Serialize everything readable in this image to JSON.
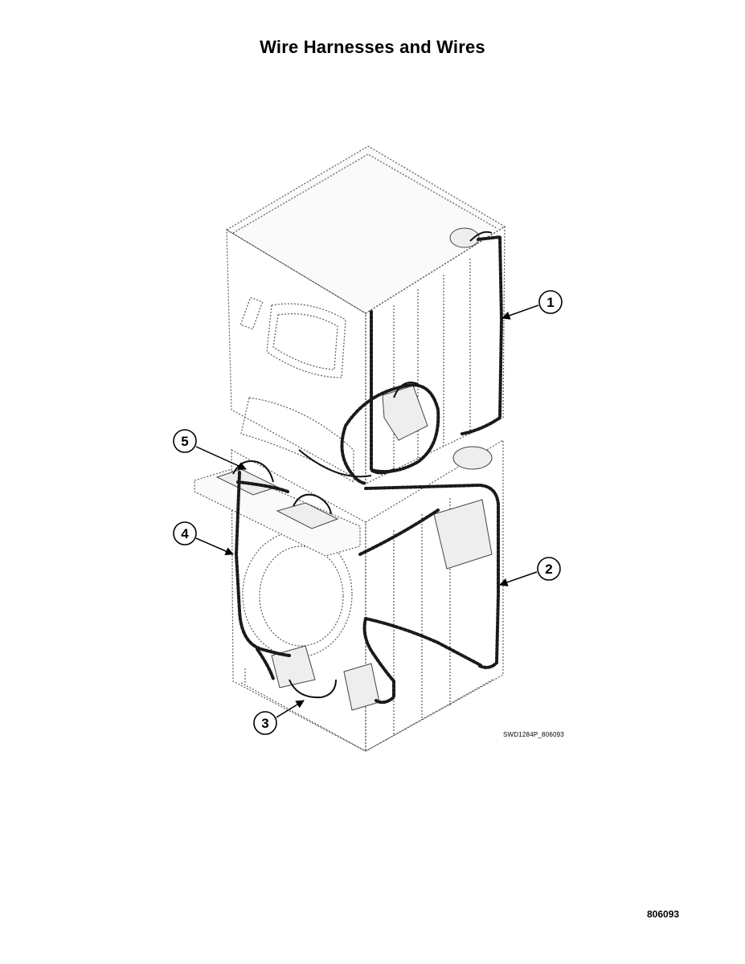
{
  "page": {
    "title": "Wire Harnesses and Wires",
    "reference_code": "SWD1284P_806093",
    "document_number": "806093"
  },
  "diagram": {
    "subject": "stacked washer-dryer unit with wire harness routing",
    "callouts": [
      {
        "number": "1"
      },
      {
        "number": "2"
      },
      {
        "number": "3"
      },
      {
        "number": "4"
      },
      {
        "number": "5"
      }
    ]
  }
}
